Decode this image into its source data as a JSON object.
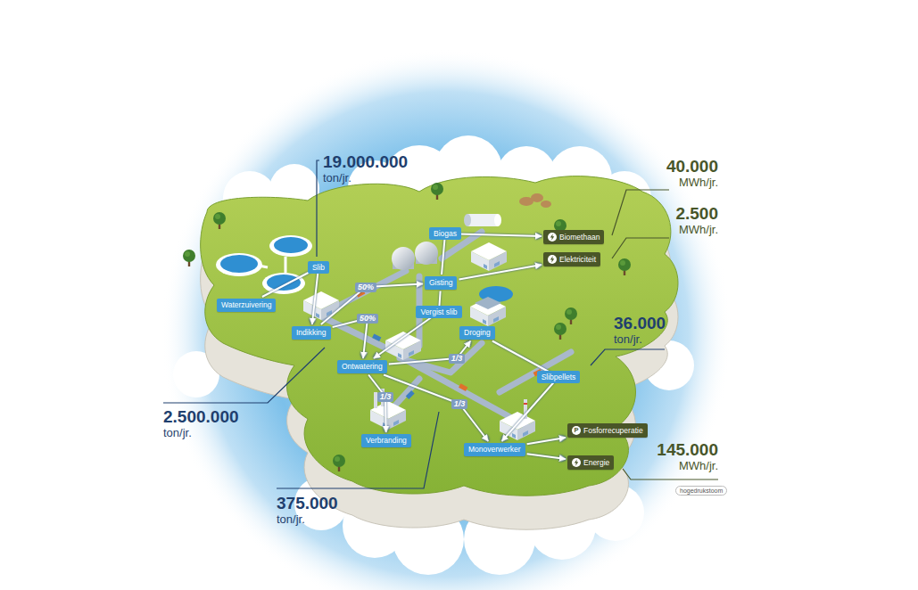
{
  "diagram": {
    "nodes": [
      {
        "text": [
          "Waterzuivering"
        ]
      },
      {
        "text": [
          "Indikking"
        ]
      },
      {
        "text": [
          "Gisting"
        ]
      },
      {
        "text": [
          "Ontwatering"
        ]
      },
      {
        "text": [
          "Droging"
        ]
      },
      {
        "text": [
          "Verbranding"
        ]
      },
      {
        "text": [
          "Monoverwerker"
        ]
      },
      {
        "text": [
          "Biomethaan"
        ]
      },
      {
        "text": [
          "Elektriciteit"
        ]
      },
      {
        "text": [
          "P",
          "Fosforrecuperatie"
        ]
      },
      {
        "text": [
          "Energie"
        ]
      }
    ],
    "edges": [
      {
        "from": 0,
        "to": 1,
        "label": "Slib",
        "arrow": "to"
      },
      {
        "from": 1,
        "to": 2,
        "label": "50%",
        "arrow": "to"
      },
      {
        "from": 1,
        "to": 3,
        "label": "50%",
        "arrow": "to"
      },
      {
        "from": 2,
        "to": 3,
        "label": "Vergist slib",
        "arrow": "to"
      },
      {
        "from": 2,
        "to": 7,
        "label": "Biogas",
        "arrow": "to"
      },
      {
        "from": 2,
        "to": 8,
        "arrow": "to"
      },
      {
        "from": 3,
        "to": 4,
        "label": "1/3",
        "arrow": "to"
      },
      {
        "from": 3,
        "to": 5,
        "label": "1/3",
        "arrow": "to"
      },
      {
        "from": 3,
        "to": 6,
        "label": "1/3",
        "arrow": "to"
      },
      {
        "from": 4,
        "to": 6,
        "label": "Slibpellets",
        "arrow": "to"
      },
      {
        "from": 6,
        "to": 9,
        "arrow": "to"
      },
      {
        "from": 6,
        "to": 10,
        "arrow": "to"
      }
    ],
    "labels": [
      "19.000.000",
      "ton/jr.",
      "40.000",
      "MWh/jr.",
      "2.500",
      "MWh/jr.",
      "36.000",
      "ton/jr.",
      "2.500.000",
      "ton/jr.",
      "375.000",
      "ton/jr.",
      "145.000",
      "MWh/jr.",
      "hogedrukstoom"
    ]
  }
}
